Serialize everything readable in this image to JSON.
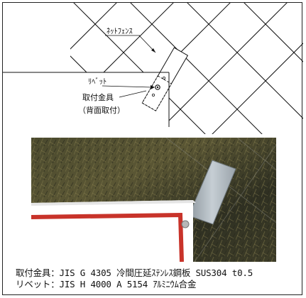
{
  "diagram": {
    "net_fence_label": "ﾈｯﾄﾌｪﾝｽ",
    "rivet_label": "ﾘﾍﾞｯﾄ",
    "fitting_label": "取付金具",
    "fitting_sub_label": "（背面取付）"
  },
  "photo": {
    "description_icon": "photo-of-sign-corner-with-bracket"
  },
  "specs": [
    {
      "text": "取付金具：JIS G 4305 冷間圧延ｽﾃﾝﾚｽ鋼板 SUS304 t0.5"
    },
    {
      "text": "リベット：JIS H 4000 A 5154  ｱﾙﾐﾆｳﾑ合金"
    }
  ],
  "colors": {
    "sign_border_red": "#c8332a",
    "grass_dark": "#3a3a22",
    "bracket_metal": "#aab4bc"
  }
}
